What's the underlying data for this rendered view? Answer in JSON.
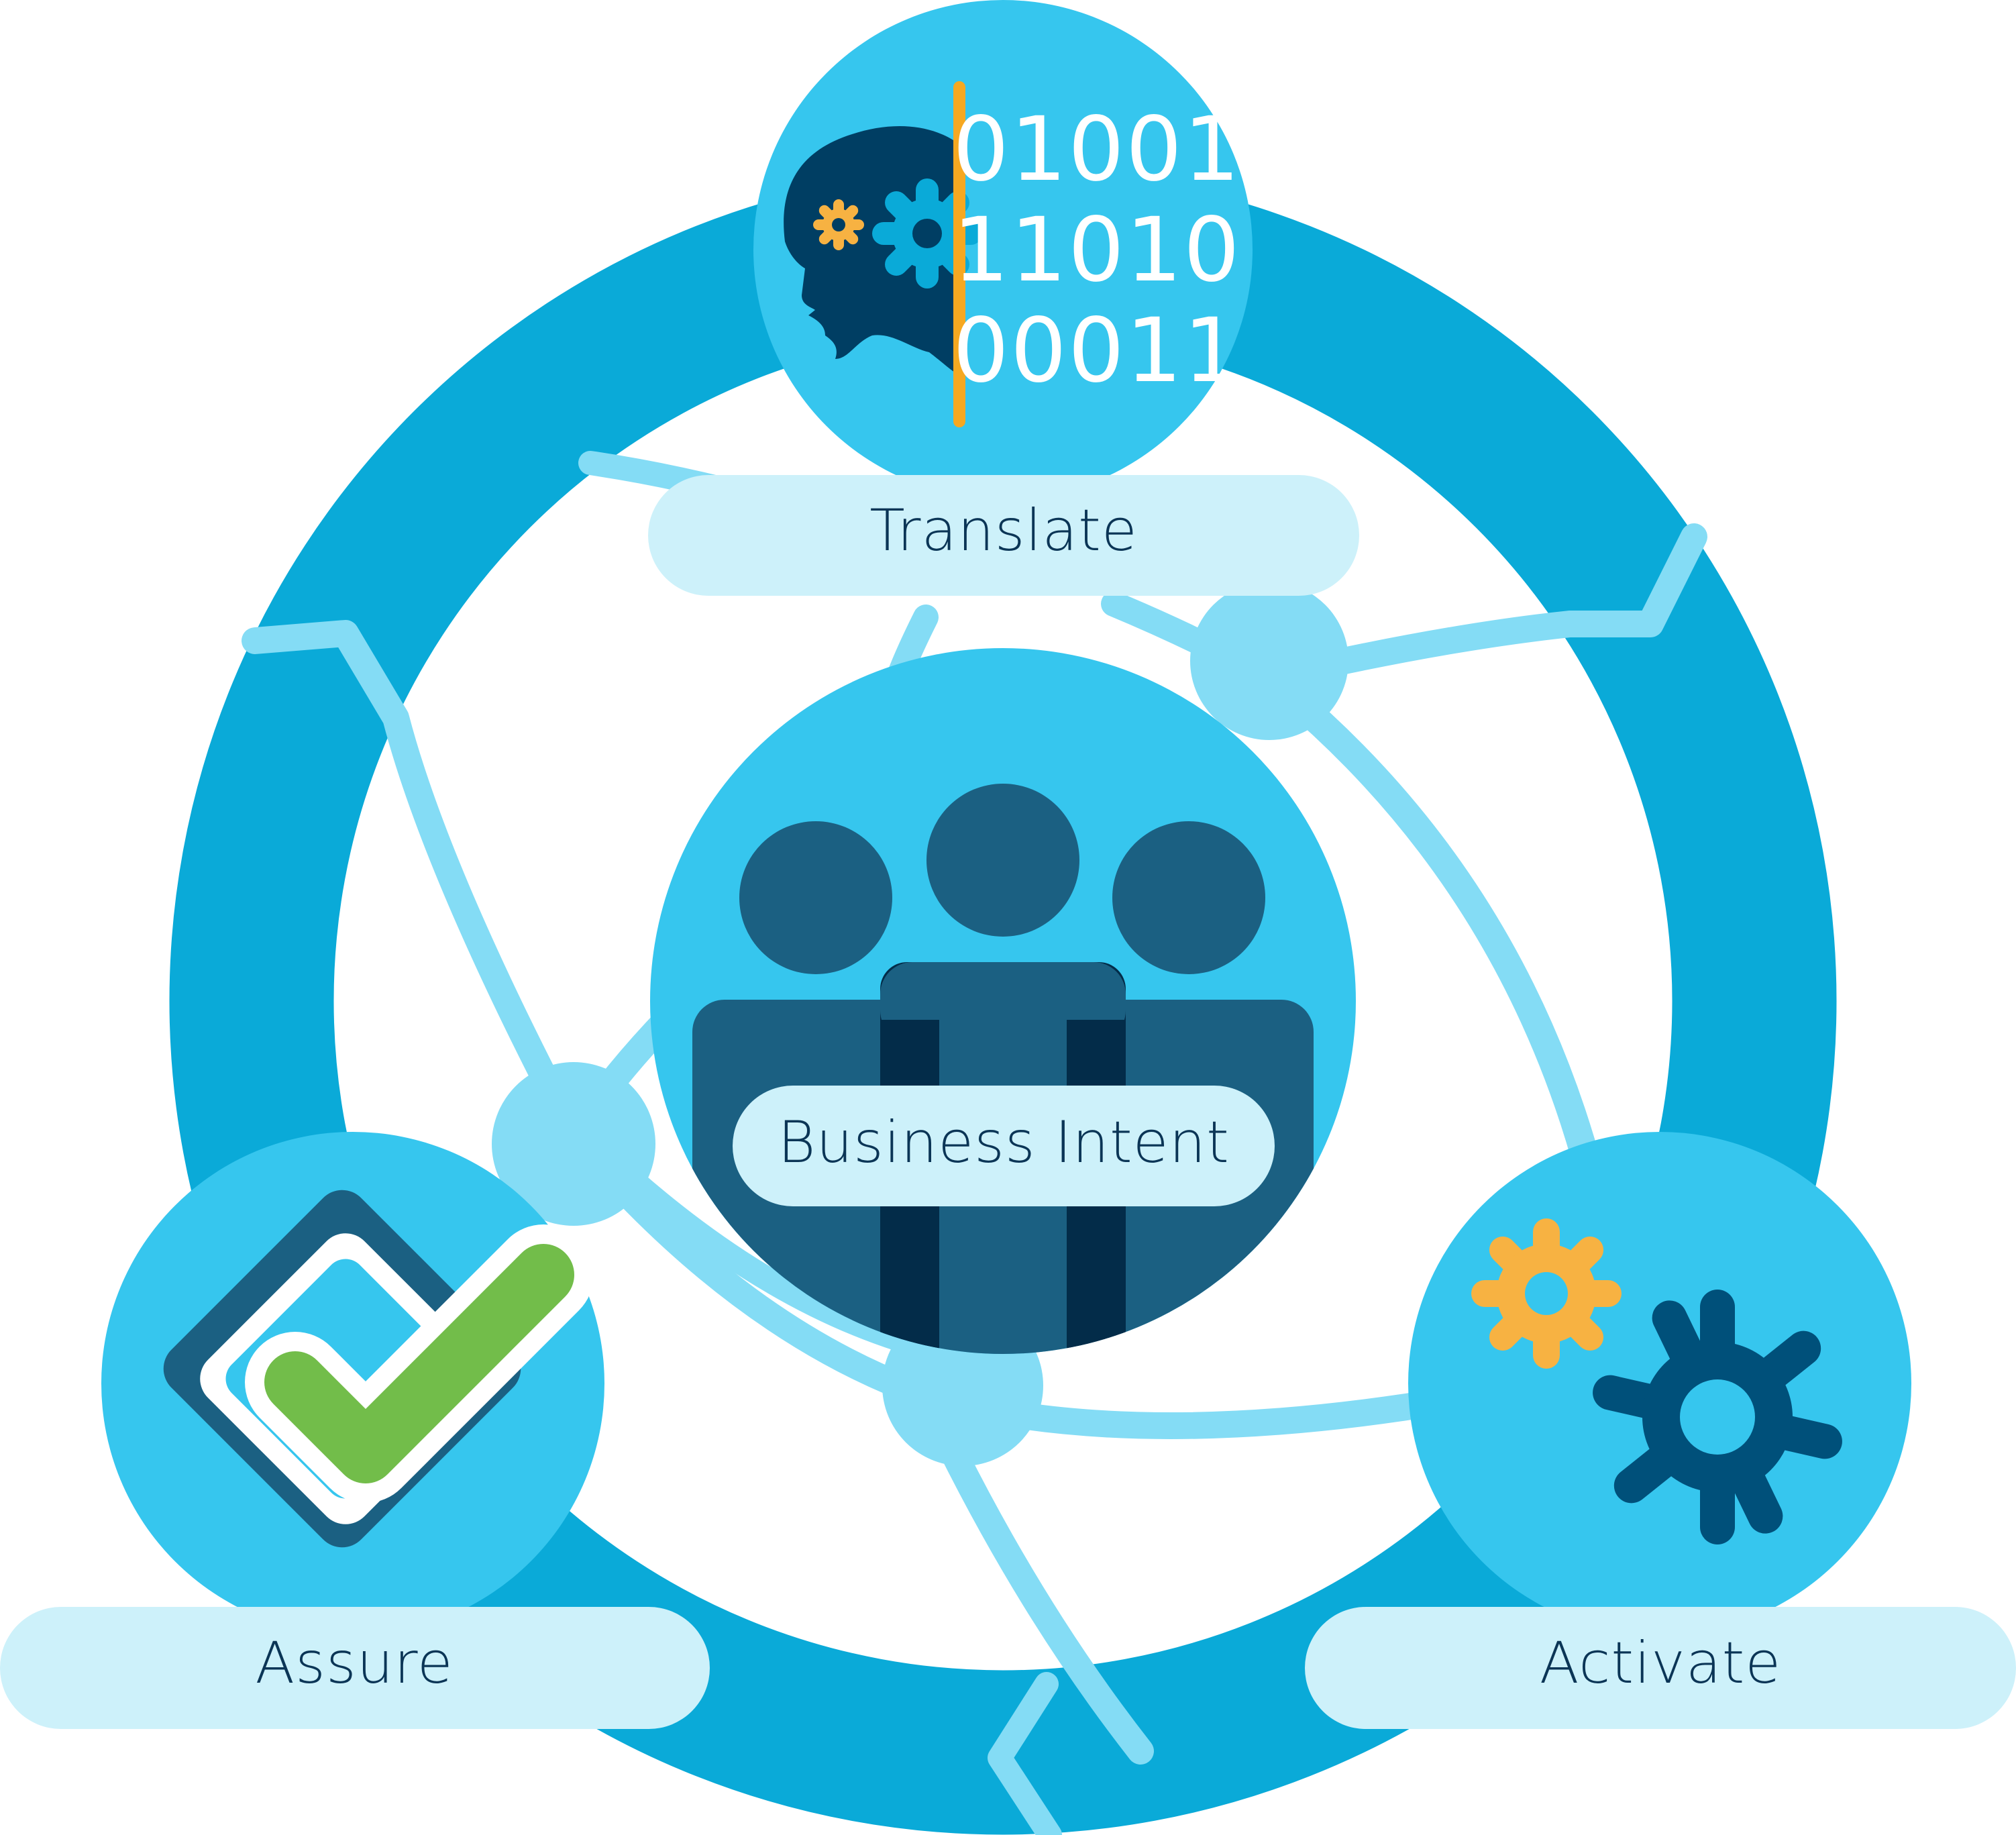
{
  "diagram": {
    "stages": {
      "translate": {
        "label": "Translate",
        "icon": "head-gears-binary-icon"
      },
      "assure": {
        "label": "Assure",
        "icon": "checkmark-icon"
      },
      "activate": {
        "label": "Activate",
        "icon": "gears-icon"
      }
    },
    "center": {
      "label": "Business Intent",
      "icon": "people-group-icon"
    },
    "binary_lines": [
      "01001",
      "11010",
      "00011"
    ]
  },
  "colors": {
    "ring": "#0aaad8",
    "node_circle": "#36c6ee",
    "network_line": "#84dcf5",
    "pill": "#cdf1fa",
    "people": "#1b6082",
    "people_dark": "#032c49",
    "head": "#003e63",
    "check_green": "#72bd4a",
    "gear_orange": "#f7b242",
    "gear_blue": "#00507a",
    "divider": "#f6a821",
    "label_text": "#0b3556"
  }
}
